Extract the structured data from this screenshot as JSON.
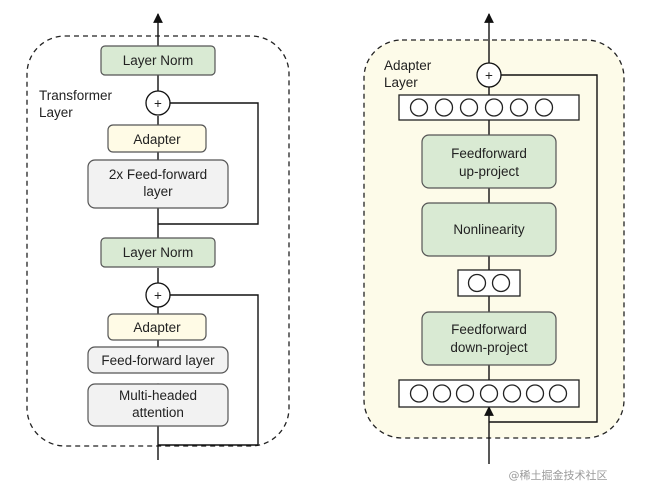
{
  "transformer": {
    "caption_line1": "Transformer",
    "caption_line2": "Layer",
    "top_norm": "Layer Norm",
    "adapter_top": "Adapter",
    "ff2x_line1": "2x Feed-forward",
    "ff2x_line2": "layer",
    "mid_norm": "Layer Norm",
    "adapter_bottom": "Adapter",
    "ff": "Feed-forward layer",
    "mha_line1": "Multi-headed",
    "mha_line2": "attention",
    "plus": "+"
  },
  "adapter": {
    "caption_line1": "Adapter",
    "caption_line2": "Layer",
    "up_line1": "Feedforward",
    "up_line2": "up-project",
    "nonlin": "Nonlinearity",
    "down_line1": "Feedforward",
    "down_line2": "down-project",
    "plus": "+"
  },
  "watermark": "@稀土掘金技术社区",
  "colors": {
    "green_fill": "#d9ead3",
    "yellow_fill": "#fffbe6",
    "gray_fill": "#f2f2f2",
    "adapter_bg": "#fdfbe9"
  }
}
